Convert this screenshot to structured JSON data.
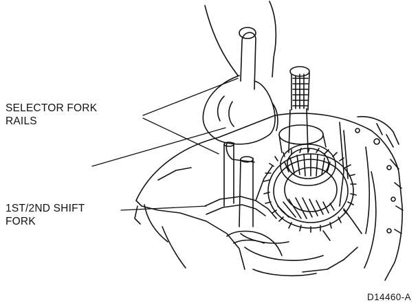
{
  "labels": {
    "selector_fork_rails": [
      "SELECTOR FORK",
      "RAILS"
    ],
    "shift_fork": [
      "1ST/2ND SHIFT",
      "FORK"
    ]
  },
  "figure_id": "D14460-A",
  "colors": {
    "ink": "#111111",
    "paper": "#ffffff"
  }
}
